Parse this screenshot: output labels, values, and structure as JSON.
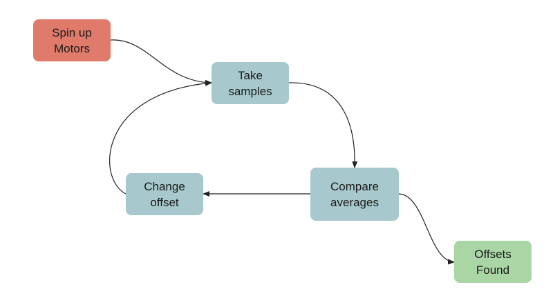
{
  "colors": {
    "start": "#e07a6a",
    "process": "#a7c8cc",
    "end": "#a9d6a4",
    "edge": "#222222"
  },
  "nodes": {
    "spin_up": {
      "lines": [
        "Spin up",
        "Motors"
      ],
      "kind": "start"
    },
    "take_samples": {
      "lines": [
        "Take",
        "samples"
      ],
      "kind": "process"
    },
    "compare": {
      "lines": [
        "Compare",
        "averages"
      ],
      "kind": "process"
    },
    "change_offset": {
      "lines": [
        "Change",
        "offset"
      ],
      "kind": "process"
    },
    "offsets_found": {
      "lines": [
        "Offsets",
        "Found"
      ],
      "kind": "end"
    }
  },
  "edges": [
    {
      "from": "spin_up",
      "to": "take_samples"
    },
    {
      "from": "take_samples",
      "to": "compare"
    },
    {
      "from": "compare",
      "to": "change_offset"
    },
    {
      "from": "change_offset",
      "to": "take_samples"
    },
    {
      "from": "compare",
      "to": "offsets_found"
    }
  ]
}
